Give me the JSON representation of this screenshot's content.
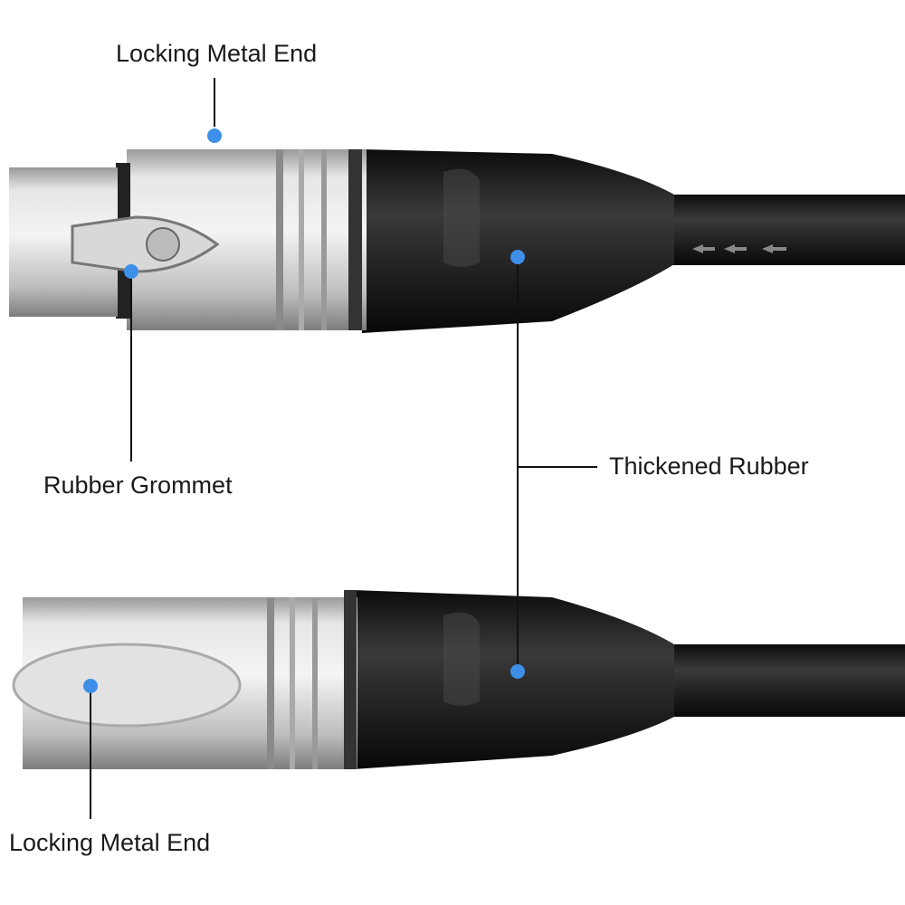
{
  "labels": {
    "top_metal_end": "Locking Metal End",
    "rubber_grommet": "Rubber Grommet",
    "thickened_rubber": "Thickened Rubber",
    "bottom_metal_end": "Locking Metal End"
  },
  "colors": {
    "marker": "#3d8fe8",
    "metal": "#c9c9c9",
    "rubber": "#1c1c1c",
    "line": "#111111"
  }
}
